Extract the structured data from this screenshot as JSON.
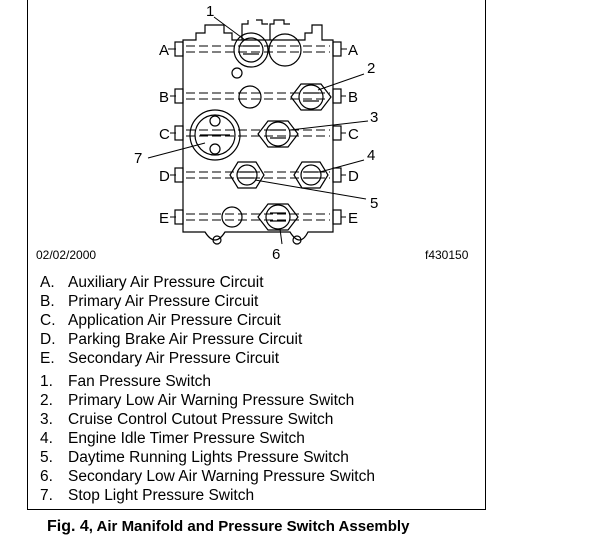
{
  "diagram": {
    "row_labels": [
      "A",
      "B",
      "C",
      "D",
      "E"
    ],
    "callouts": [
      "1",
      "2",
      "3",
      "4",
      "5",
      "6",
      "7"
    ],
    "date": "02/02/2000",
    "figure_id": "f430150"
  },
  "legend": {
    "circuits": [
      {
        "key": "A.",
        "text": "Auxiliary Air Pressure Circuit"
      },
      {
        "key": "B.",
        "text": "Primary Air Pressure Circuit"
      },
      {
        "key": "C.",
        "text": "Application Air Pressure Circuit"
      },
      {
        "key": "D.",
        "text": "Parking Brake Air Pressure Circuit"
      },
      {
        "key": "E.",
        "text": "Secondary Air Pressure Circuit"
      }
    ],
    "switches": [
      {
        "key": "1.",
        "text": "Fan Pressure Switch"
      },
      {
        "key": "2.",
        "text": "Primary Low Air Warning Pressure Switch"
      },
      {
        "key": "3.",
        "text": "Cruise Control Cutout Pressure Switch"
      },
      {
        "key": "4.",
        "text": "Engine Idle Timer Pressure Switch"
      },
      {
        "key": "5.",
        "text": "Daytime Running Lights Pressure Switch"
      },
      {
        "key": "6.",
        "text": "Secondary Low Air Warning Pressure Switch"
      },
      {
        "key": "7.",
        "text": "Stop Light Pressure Switch"
      }
    ]
  },
  "caption": {
    "fig": "Fig. 4",
    "title": ", Air Manifold and Pressure Switch Assembly"
  }
}
